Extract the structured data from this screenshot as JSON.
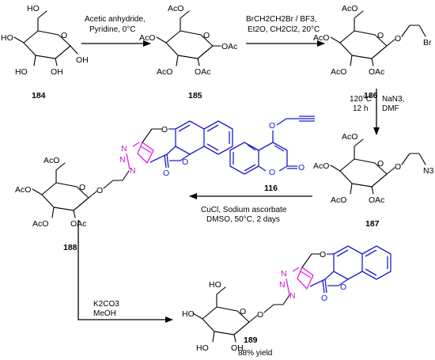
{
  "colors": {
    "coumarin": "#1c1ccc",
    "triazole": "#e020e0",
    "arrow": "#000000"
  },
  "compounds": {
    "c184": {
      "label": "184",
      "ho_top": "HO",
      "ho_left": "HO",
      "ho_mid": "HO",
      "oh_bot": "OH",
      "oh_right": "OH",
      "ring_o": "O"
    },
    "c185": {
      "label": "185",
      "aco_top": "AcO",
      "aco_left": "AcO",
      "aco_bot": "AcO",
      "oac_bot": "OAc",
      "oac_right": "OAc",
      "ring_o": "O"
    },
    "c186": {
      "label": "186",
      "aco_top": "AcO",
      "aco_left": "AcO",
      "aco_bot": "AcO",
      "oac_bot": "OAc",
      "ring_o": "O",
      "link_o": "O",
      "br": "Br"
    },
    "c187": {
      "label": "187",
      "aco_top": "AcO",
      "aco_left": "AcO",
      "aco_bot": "AcO",
      "oac_bot": "OAc",
      "ring_o": "O",
      "link_o": "O",
      "n3": "N3"
    },
    "c116": {
      "label": "116",
      "o_ether": "O",
      "o_ring": "O",
      "o_carbonyl": "O"
    },
    "c188": {
      "label": "188",
      "aco_top": "AcO",
      "aco_left": "AcO",
      "aco_bot": "AcO",
      "oac_bot": "OAc",
      "ring_o": "O",
      "link_o": "O",
      "n1": "N",
      "n2": "N",
      "n3": "N",
      "o_ether": "O",
      "o_ring": "O",
      "o_carbonyl": "O"
    },
    "c189": {
      "label": "189",
      "yield": "88% yield",
      "ho_top": "HO",
      "ho_left": "HO",
      "ho_bot": "HO",
      "oh_bot": "OH",
      "ring_o": "O",
      "link_o": "O",
      "n1": "N",
      "n2": "N",
      "n3": "N",
      "o_ether": "O",
      "o_ring": "O",
      "o_carbonyl": "O"
    }
  },
  "steps": {
    "s1": {
      "line1": "Acetic anhydride,",
      "line2": "Pyridine, 0°C"
    },
    "s2": {
      "line1": "BrCH2CH2Br / BF3,",
      "line2": "Et2O, CH2Cl2, 20°C"
    },
    "s3": {
      "left1": "120°C",
      "left2": "12 h",
      "right1": "NaN3,",
      "right2": "DMF"
    },
    "s4": {
      "line1": "CuCl, Sodium ascorbate",
      "line2": "DMSO, 50°C, 2 days"
    },
    "s5": {
      "line1": "K2CO3",
      "line2": "MeOH"
    }
  }
}
